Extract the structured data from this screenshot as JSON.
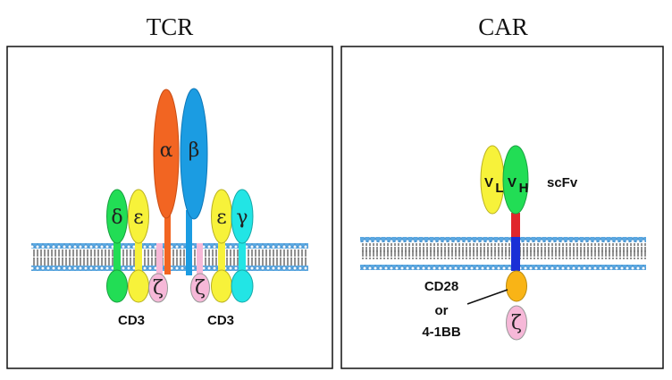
{
  "tcr": {
    "title": "TCR",
    "chains": {
      "alpha": "α",
      "beta": "β",
      "delta": "δ",
      "epsilon_left": "ε",
      "epsilon_right": "ε",
      "gamma": "γ",
      "zeta_left": "ζ",
      "zeta_right": "ζ"
    },
    "cd3_left": "CD3",
    "cd3_right": "CD3"
  },
  "car": {
    "title": "CAR",
    "vl": "V",
    "vl_sub": "L",
    "vh": "V",
    "vh_sub": "H",
    "scfv": "scFv",
    "costim_line1": "CD28",
    "costim_line2": "or",
    "costim_line3": "4-1BB",
    "zeta": "ζ"
  },
  "colors": {
    "alpha": "#f26522",
    "beta": "#1b9ce2",
    "delta": "#22dd55",
    "epsilon": "#f7f23a",
    "gamma": "#22e5e5",
    "zeta": "#f6b8d8",
    "hinge": "#e0262c",
    "tm": "#1a2fd6",
    "costim": "#f9b416",
    "membrane": "#4fa3e0"
  }
}
